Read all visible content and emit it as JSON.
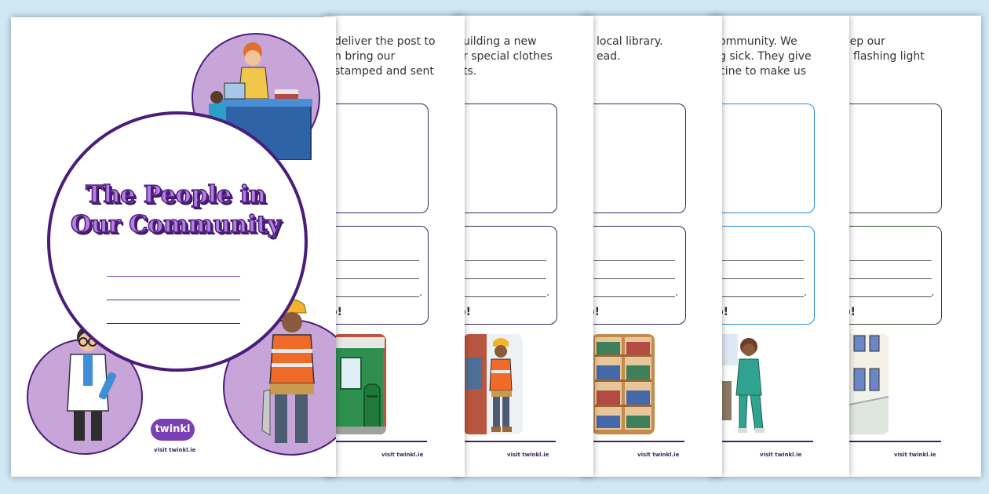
{
  "cover": {
    "title": "The People in Our Community",
    "brand": "twinkl",
    "footer": "visit twinkl.ie"
  },
  "sheets": [
    {
      "text_lines": "deliver the post to\nn bring our\nstamped and sent",
      "wow": "o!",
      "footer": "visit twinkl.ie",
      "accent": "#3d2466"
    },
    {
      "text_lines": "uilding a new\nr special clothes\nts.",
      "wow": "o!",
      "footer": "visit twinkl.ie",
      "accent": "#3d2466"
    },
    {
      "text_lines": "local library.\nead.",
      "wow": "o!",
      "footer": "visit twinkl.ie",
      "accent": "#2d2e6a"
    },
    {
      "text_lines": "ommunity. We\ng sick. They give\ncine to make us",
      "wow": "o!",
      "footer": "visit twinkl.ie",
      "accent": "#2e8fd6"
    },
    {
      "text_lines": "eep our\na flashing light",
      "wow": "o!",
      "footer": "visit twinkl.ie",
      "accent": "#2f4a2a"
    }
  ],
  "colors": {
    "background": "#cfe8f4",
    "purple_dark": "#4a1d7a",
    "purple_light": "#c7a5d8",
    "title_fill": "#b77de3"
  }
}
